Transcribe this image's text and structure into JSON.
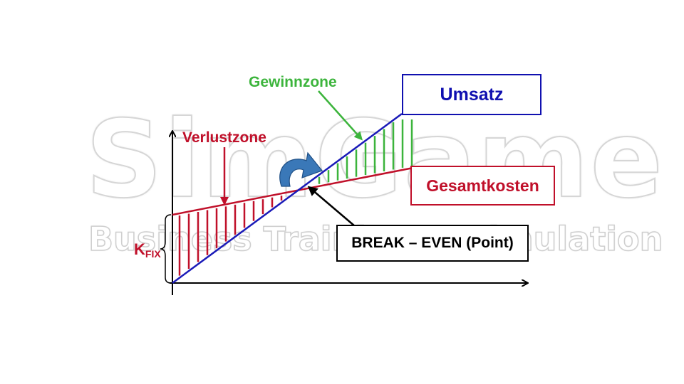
{
  "watermark": {
    "title": "SimGame",
    "subtitle": "Business Training & Simulation"
  },
  "labels": {
    "gewinnzone": "Gewinnzone",
    "verlustzone": "Verlustzone",
    "umsatz": "Umsatz",
    "gesamtkosten": "Gesamtkosten",
    "break_even": "BREAK – EVEN (Point)",
    "kfix_main": "K",
    "kfix_sub": "FIX"
  },
  "colors": {
    "revenue": "#1a1ab8",
    "cost": "#c0102a",
    "profit": "#3cb43c",
    "axis": "#000000",
    "curved_arrow": "#3a78b8"
  }
}
